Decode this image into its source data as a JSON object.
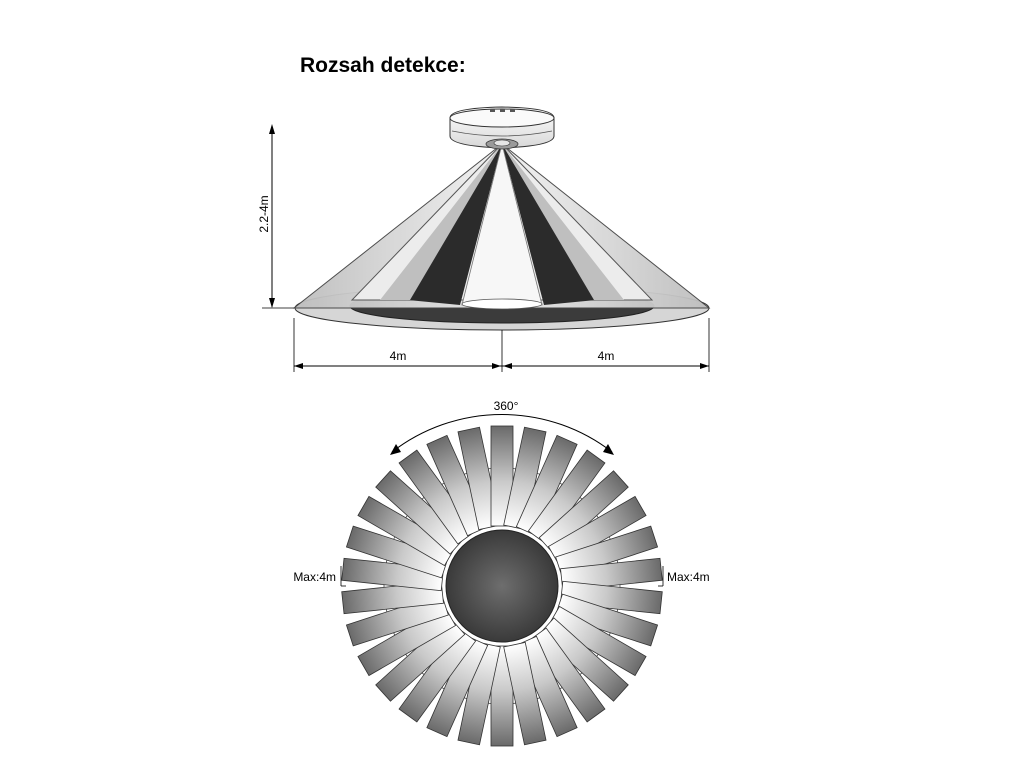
{
  "title": "Rozsah detekce:",
  "side_view": {
    "height_label": "2.2-4m",
    "left_radius_label": "4m",
    "right_radius_label": "4m"
  },
  "top_view": {
    "angle_label": "360°",
    "left_range_label": "Max:4m",
    "right_range_label": "Max:4m",
    "ray_count": 30
  }
}
